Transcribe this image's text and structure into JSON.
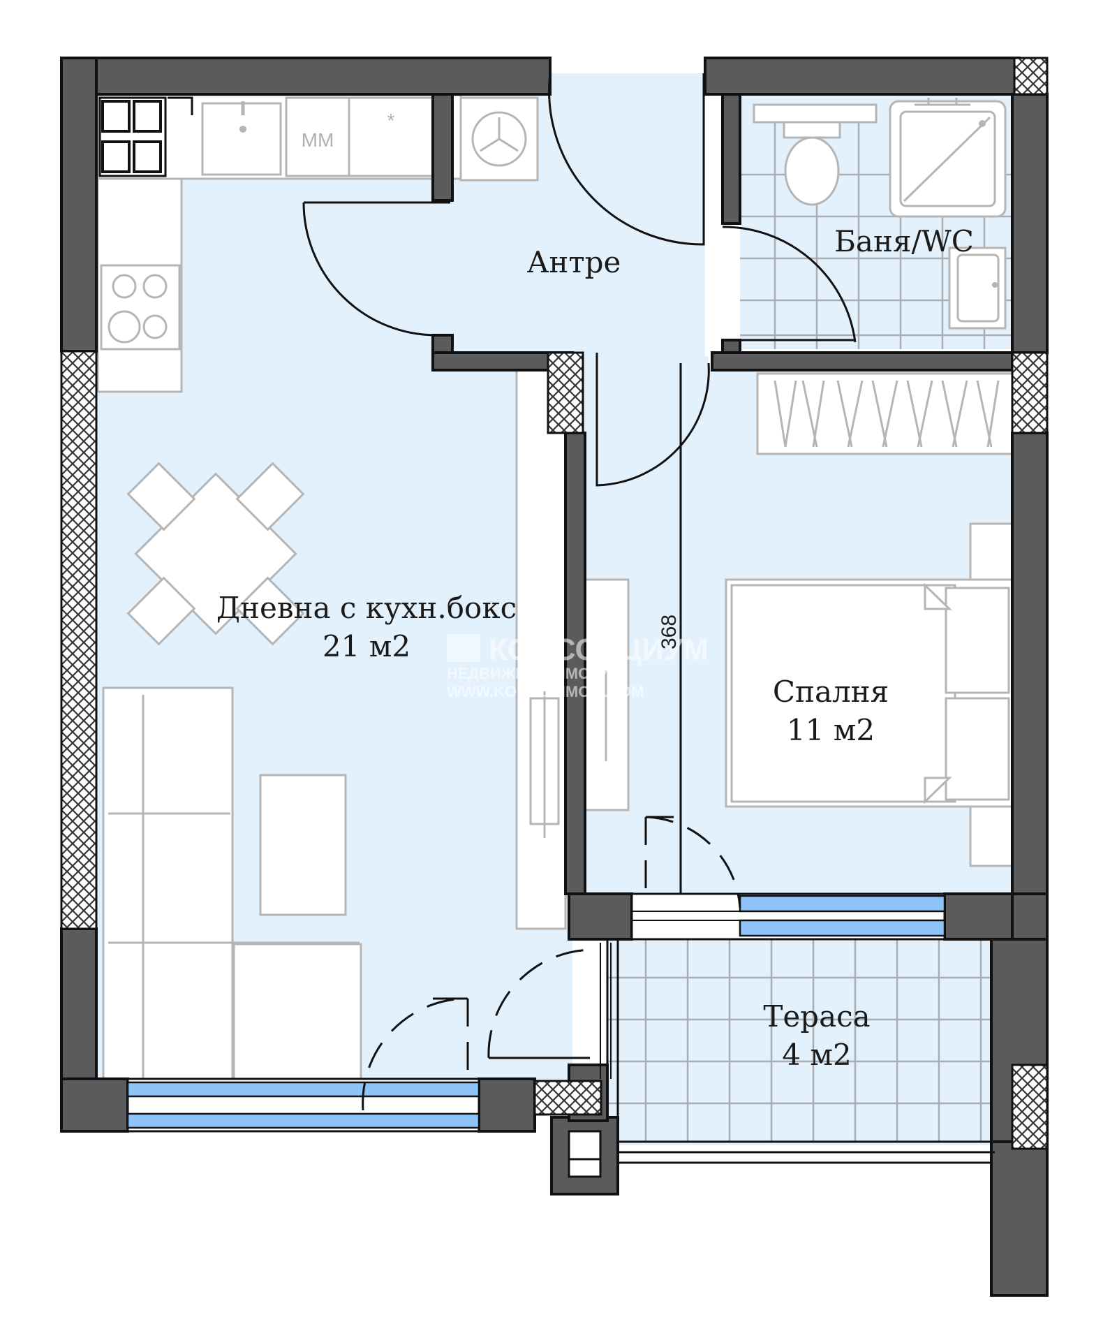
{
  "rooms": {
    "living": {
      "label": "Дневна с кухн.бокс",
      "area": "21 м2"
    },
    "hall": {
      "label": "Антре"
    },
    "bathroom": {
      "label": "Баня/WC"
    },
    "bedroom": {
      "label": "Спалня",
      "area": "11 м2"
    },
    "terrace": {
      "label": "Тераса",
      "area": "4 м2"
    }
  },
  "dimensions": {
    "corridor_length": "368"
  },
  "appliances": {
    "dishwasher_label": "ММ",
    "fridge_symbol": "*"
  },
  "watermark": {
    "brand": "КОНСОРЦИУМ",
    "tagline": "НЕДВИЖИМИ ИМОТИ",
    "url": "WWW.KONSORIMOTI.COM"
  },
  "colors": {
    "wall": "#5b5b5e",
    "floor": "#e3f1fd",
    "glass": "#8fc4f8",
    "furniture_stroke": "#b5b5b5"
  }
}
